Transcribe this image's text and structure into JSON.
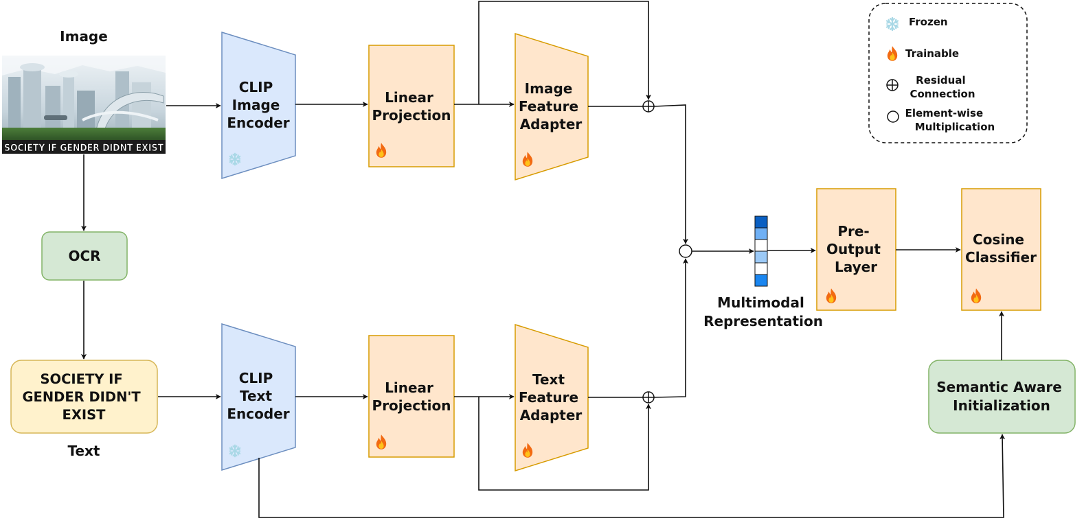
{
  "diagram": {
    "image_label": "Image",
    "text_label": "Text",
    "meme_caption": "SOCIETY IF GENDER DIDNT EXIST",
    "ocr": "OCR",
    "ocr_text": [
      "SOCIETY IF",
      "GENDER DIDN'T",
      "EXIST"
    ],
    "clip_image_encoder": [
      "CLIP",
      "Image",
      "Encoder"
    ],
    "clip_text_encoder": [
      "CLIP",
      "Text",
      "Encoder"
    ],
    "linear_projection_image": [
      "Linear",
      "Projection"
    ],
    "linear_projection_text": [
      "Linear",
      "Projection"
    ],
    "image_feature_adapter": [
      "Image",
      "Feature",
      "Adapter"
    ],
    "text_feature_adapter": [
      "Text",
      "Feature",
      "Adapter"
    ],
    "multimodal_representation": [
      "Multimodal",
      "Representation"
    ],
    "pre_output_layer": [
      "Pre-",
      "Output",
      "Layer"
    ],
    "cosine_classifier": [
      "Cosine",
      "Classifier"
    ],
    "semantic_aware_initialization": [
      "Semantic Aware",
      "Initialization"
    ],
    "representation_cells": [
      "#0a5fc2",
      "#6fb0f5",
      "#ffffff",
      "#9ccaf7",
      "#ffffff",
      "#1a86f0"
    ]
  },
  "legend": {
    "frozen": "Frozen",
    "trainable": "Trainable",
    "residual": [
      "Residual",
      "Connection"
    ],
    "elementwise": [
      "Element-wise",
      "Multiplication"
    ]
  },
  "colors": {
    "frozen_fill": "#dae8fc",
    "frozen_stroke": "#6c8ebf",
    "trainable_fill": "#ffe6cc",
    "trainable_stroke": "#d79b00",
    "ocr_fill": "#d5e8d4",
    "ocr_stroke": "#82b366",
    "text_fill": "#fff2cc",
    "text_stroke": "#d6b656"
  }
}
